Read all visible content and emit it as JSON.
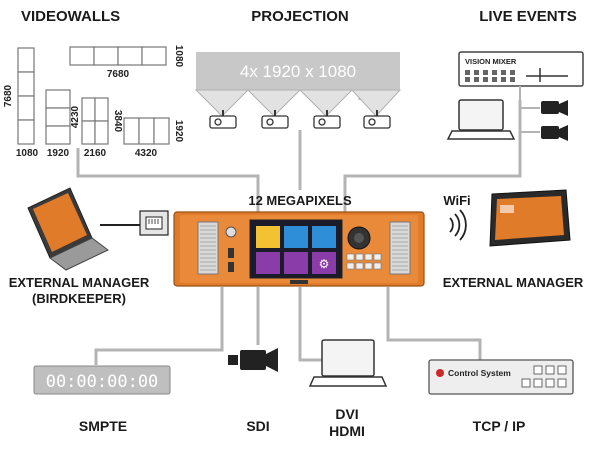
{
  "headings": {
    "videowalls": "VIDEOWALLS",
    "projection": "PROJECTION",
    "live_events": "LIVE EVENTS",
    "megapixels": "12 MEGAPIXELS",
    "wifi": "WiFi",
    "external_manager_left": "EXTERNAL MANAGER",
    "birdkeeper": "(BIRDKEEPER)",
    "external_manager_right": "EXTERNAL MANAGER",
    "smpte": "SMPTE",
    "sdi": "SDI",
    "dvi": "DVI",
    "hdmi": "HDMI",
    "tcp_ip": "TCP / IP"
  },
  "videowall_dimensions": {
    "d1080_vertical": "1080",
    "d7680_horizontal": "7680",
    "d7680_vertical": "7680",
    "d1080_bottom": "1080",
    "d4230": "4230",
    "d1920_bottom": "1920",
    "d3840": "3840",
    "d2160": "2160",
    "d1920_vertical": "1920",
    "d4320": "4320"
  },
  "projection_banner": "4x 1920 x 1080",
  "vision_mixer_label": "VISION MIXER",
  "timecode": "00:00:00:00",
  "control_system_label": "Control System",
  "colors": {
    "device_orange": "#e07b2a",
    "projection_gray": "#c8c8c8",
    "connector_gray": "#b4b4b4"
  }
}
